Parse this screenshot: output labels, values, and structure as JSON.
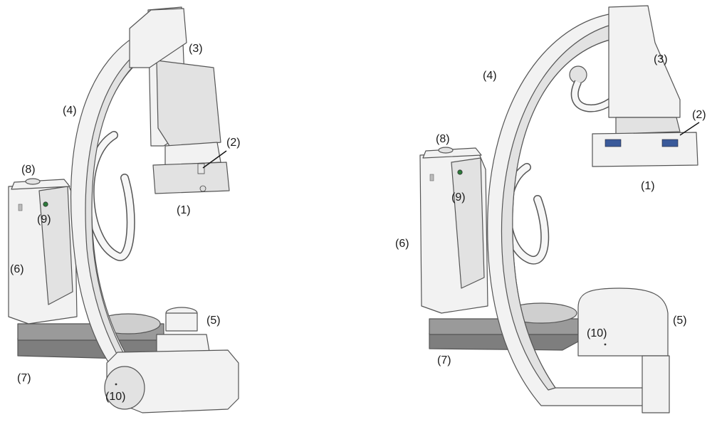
{
  "figures": [
    {
      "id": "left",
      "labels": [
        "(1)",
        "(2)",
        "(3)",
        "(4)",
        "(5)",
        "(6)",
        "(7)",
        "(8)",
        "(9)",
        "(10)"
      ]
    },
    {
      "id": "right",
      "labels": [
        "(1)",
        "(2)",
        "(3)",
        "(4)",
        "(5)",
        "(6)",
        "(7)",
        "(8)",
        "(9)",
        "(10)"
      ]
    }
  ]
}
